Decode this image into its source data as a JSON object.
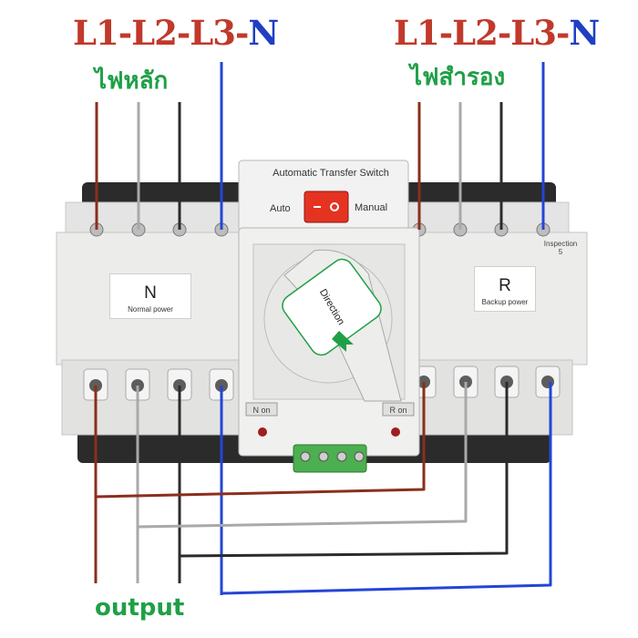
{
  "left_header": {
    "lines": "L1-L2-L3-",
    "neutral": "N",
    "label": "ไฟหลัก"
  },
  "right_header": {
    "lines": "L1-L2-L3-",
    "neutral": "N",
    "label": "ไฟสำรอง"
  },
  "switch": {
    "title": "Automatic Transfer Switch",
    "auto_label": "Auto",
    "manual_label": "Manual",
    "handle_text": "Direction",
    "inspection_label": "Inspection",
    "inspection_number": "5",
    "left_state": "N on",
    "right_state": "R on"
  },
  "normal_card": {
    "letter": "N",
    "caption": "Normal power"
  },
  "backup_card": {
    "letter": "R",
    "caption": "Backup power"
  },
  "output_label": "output",
  "wire_colors": {
    "L1": "#8b2f1c",
    "L2": "#a9a9a9",
    "L3": "#2b2b2b",
    "N": "#2345d6"
  },
  "accent_colors": {
    "header_red": "#c0392b",
    "header_blue": "#1f3fc4",
    "thai_green": "#1fa046"
  }
}
